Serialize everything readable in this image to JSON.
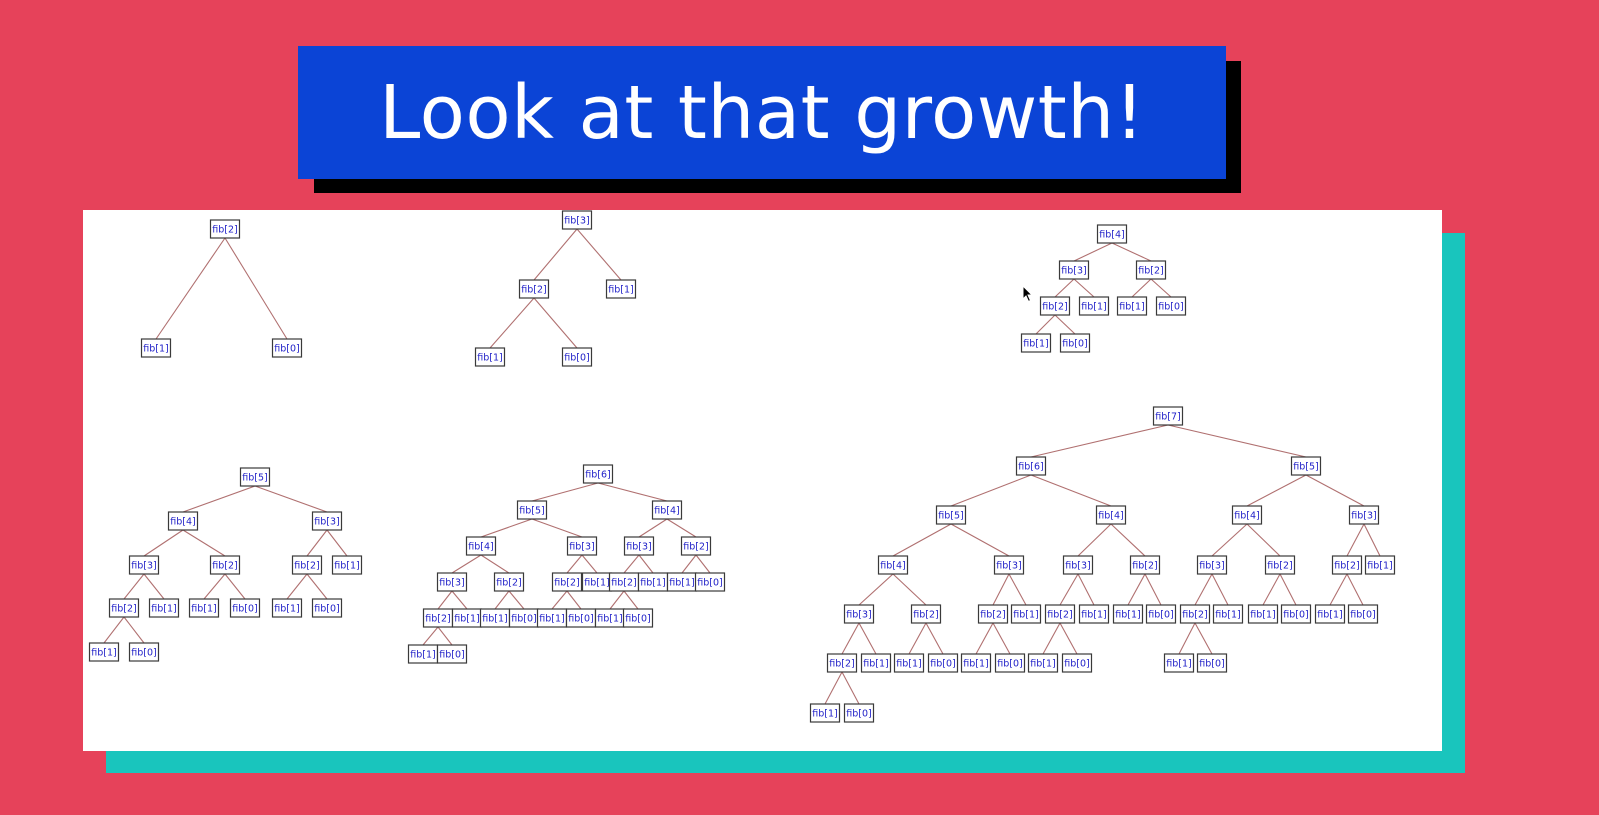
{
  "header": {
    "title": "Look at that growth!"
  },
  "trees": [
    {
      "name": "fib2-tree",
      "nodes": [
        {
          "id": "a",
          "label": "fib[2]"
        },
        {
          "id": "b",
          "label": "fib[1]",
          "parent": "a"
        },
        {
          "id": "c",
          "label": "fib[0]",
          "parent": "a"
        }
      ]
    },
    {
      "name": "fib3-tree",
      "nodes": [
        {
          "id": "a",
          "label": "fib[3]"
        },
        {
          "id": "b",
          "label": "fib[2]",
          "parent": "a"
        },
        {
          "id": "c",
          "label": "fib[1]",
          "parent": "a"
        },
        {
          "id": "d",
          "label": "fib[1]",
          "parent": "b"
        },
        {
          "id": "e",
          "label": "fib[0]",
          "parent": "b"
        }
      ]
    },
    {
      "name": "fib4-tree",
      "nodes": [
        {
          "id": "a",
          "label": "fib[4]"
        },
        {
          "id": "b",
          "label": "fib[3]",
          "parent": "a"
        },
        {
          "id": "c",
          "label": "fib[2]",
          "parent": "a"
        },
        {
          "id": "d",
          "label": "fib[2]",
          "parent": "b"
        },
        {
          "id": "e",
          "label": "fib[1]",
          "parent": "b"
        },
        {
          "id": "f",
          "label": "fib[1]",
          "parent": "c"
        },
        {
          "id": "g",
          "label": "fib[0]",
          "parent": "c"
        },
        {
          "id": "h",
          "label": "fib[1]",
          "parent": "d"
        },
        {
          "id": "i",
          "label": "fib[0]",
          "parent": "d"
        }
      ]
    },
    {
      "name": "fib5-tree",
      "nodes": [
        {
          "id": "a",
          "label": "fib[5]"
        },
        {
          "id": "b",
          "label": "fib[4]",
          "parent": "a"
        },
        {
          "id": "c",
          "label": "fib[3]",
          "parent": "a"
        },
        {
          "id": "d",
          "label": "fib[3]",
          "parent": "b"
        },
        {
          "id": "e",
          "label": "fib[2]",
          "parent": "b"
        },
        {
          "id": "f",
          "label": "fib[2]",
          "parent": "c"
        },
        {
          "id": "g",
          "label": "fib[1]",
          "parent": "c"
        },
        {
          "id": "h",
          "label": "fib[2]",
          "parent": "d"
        },
        {
          "id": "i",
          "label": "fib[1]",
          "parent": "d"
        },
        {
          "id": "j",
          "label": "fib[1]",
          "parent": "e"
        },
        {
          "id": "k",
          "label": "fib[0]",
          "parent": "e"
        },
        {
          "id": "l",
          "label": "fib[1]",
          "parent": "f"
        },
        {
          "id": "m",
          "label": "fib[0]",
          "parent": "f"
        },
        {
          "id": "n",
          "label": "fib[1]",
          "parent": "h"
        },
        {
          "id": "o",
          "label": "fib[0]",
          "parent": "h"
        }
      ]
    },
    {
      "name": "fib6-tree",
      "nodes": [
        {
          "id": "a",
          "label": "fib[6]"
        },
        {
          "id": "b",
          "label": "fib[5]",
          "parent": "a"
        },
        {
          "id": "c",
          "label": "fib[4]",
          "parent": "a"
        },
        {
          "id": "d",
          "label": "fib[4]",
          "parent": "b"
        },
        {
          "id": "e",
          "label": "fib[3]",
          "parent": "b"
        },
        {
          "id": "f",
          "label": "fib[3]",
          "parent": "c"
        },
        {
          "id": "g",
          "label": "fib[2]",
          "parent": "c"
        },
        {
          "id": "h",
          "label": "fib[3]",
          "parent": "d"
        },
        {
          "id": "i",
          "label": "fib[2]",
          "parent": "d"
        },
        {
          "id": "j",
          "label": "fib[2]",
          "parent": "e"
        },
        {
          "id": "k",
          "label": "fib[1]",
          "parent": "e"
        },
        {
          "id": "l",
          "label": "fib[2]",
          "parent": "f"
        },
        {
          "id": "m",
          "label": "fib[1]",
          "parent": "f"
        },
        {
          "id": "n",
          "label": "fib[1]",
          "parent": "g"
        },
        {
          "id": "o",
          "label": "fib[0]",
          "parent": "g"
        },
        {
          "id": "p",
          "label": "fib[2]",
          "parent": "h"
        },
        {
          "id": "q",
          "label": "fib[1]",
          "parent": "h"
        },
        {
          "id": "r",
          "label": "fib[1]",
          "parent": "i"
        },
        {
          "id": "s",
          "label": "fib[0]",
          "parent": "i"
        },
        {
          "id": "t",
          "label": "fib[1]",
          "parent": "j"
        },
        {
          "id": "u",
          "label": "fib[0]",
          "parent": "j"
        },
        {
          "id": "v",
          "label": "fib[1]",
          "parent": "l"
        },
        {
          "id": "w",
          "label": "fib[0]",
          "parent": "l"
        },
        {
          "id": "x",
          "label": "fib[1]",
          "parent": "p"
        },
        {
          "id": "y",
          "label": "fib[0]",
          "parent": "p"
        }
      ]
    },
    {
      "name": "fib7-tree",
      "nodes": [
        {
          "id": "a",
          "label": "fib[7]"
        },
        {
          "id": "b",
          "label": "fib[6]",
          "parent": "a"
        },
        {
          "id": "c",
          "label": "fib[5]",
          "parent": "a"
        },
        {
          "id": "d",
          "label": "fib[5]",
          "parent": "b"
        },
        {
          "id": "e",
          "label": "fib[4]",
          "parent": "b"
        },
        {
          "id": "f",
          "label": "fib[4]",
          "parent": "c"
        },
        {
          "id": "g",
          "label": "fib[3]",
          "parent": "c"
        },
        {
          "id": "h",
          "label": "fib[4]",
          "parent": "d"
        },
        {
          "id": "i",
          "label": "fib[3]",
          "parent": "d"
        },
        {
          "id": "j",
          "label": "fib[3]",
          "parent": "e"
        },
        {
          "id": "k",
          "label": "fib[2]",
          "parent": "e"
        },
        {
          "id": "l",
          "label": "fib[3]",
          "parent": "f"
        },
        {
          "id": "m",
          "label": "fib[2]",
          "parent": "f"
        },
        {
          "id": "n",
          "label": "fib[2]",
          "parent": "g"
        },
        {
          "id": "o",
          "label": "fib[1]",
          "parent": "g"
        },
        {
          "id": "p",
          "label": "fib[3]",
          "parent": "h"
        },
        {
          "id": "q",
          "label": "fib[2]",
          "parent": "h"
        },
        {
          "id": "r",
          "label": "fib[2]",
          "parent": "i"
        },
        {
          "id": "s",
          "label": "fib[1]",
          "parent": "i"
        },
        {
          "id": "t",
          "label": "fib[2]",
          "parent": "j"
        },
        {
          "id": "u",
          "label": "fib[1]",
          "parent": "j"
        },
        {
          "id": "v",
          "label": "fib[1]",
          "parent": "k"
        },
        {
          "id": "w",
          "label": "fib[0]",
          "parent": "k"
        },
        {
          "id": "x",
          "label": "fib[2]",
          "parent": "l"
        },
        {
          "id": "y",
          "label": "fib[1]",
          "parent": "l"
        },
        {
          "id": "z",
          "label": "fib[1]",
          "parent": "m"
        },
        {
          "id": "aa",
          "label": "fib[0]",
          "parent": "m"
        },
        {
          "id": "ab",
          "label": "fib[1]",
          "parent": "n"
        },
        {
          "id": "ac",
          "label": "fib[0]",
          "parent": "n"
        },
        {
          "id": "ad",
          "label": "fib[2]",
          "parent": "p"
        },
        {
          "id": "ae",
          "label": "fib[1]",
          "parent": "p"
        },
        {
          "id": "af",
          "label": "fib[1]",
          "parent": "q"
        },
        {
          "id": "ag",
          "label": "fib[0]",
          "parent": "q"
        },
        {
          "id": "ah",
          "label": "fib[1]",
          "parent": "r"
        },
        {
          "id": "ai",
          "label": "fib[0]",
          "parent": "r"
        },
        {
          "id": "aj",
          "label": "fib[1]",
          "parent": "t"
        },
        {
          "id": "ak",
          "label": "fib[0]",
          "parent": "t"
        },
        {
          "id": "al",
          "label": "fib[1]",
          "parent": "x"
        },
        {
          "id": "am",
          "label": "fib[0]",
          "parent": "x"
        },
        {
          "id": "an",
          "label": "fib[1]",
          "parent": "ad"
        },
        {
          "id": "ao",
          "label": "fib[0]",
          "parent": "ad"
        }
      ]
    }
  ]
}
